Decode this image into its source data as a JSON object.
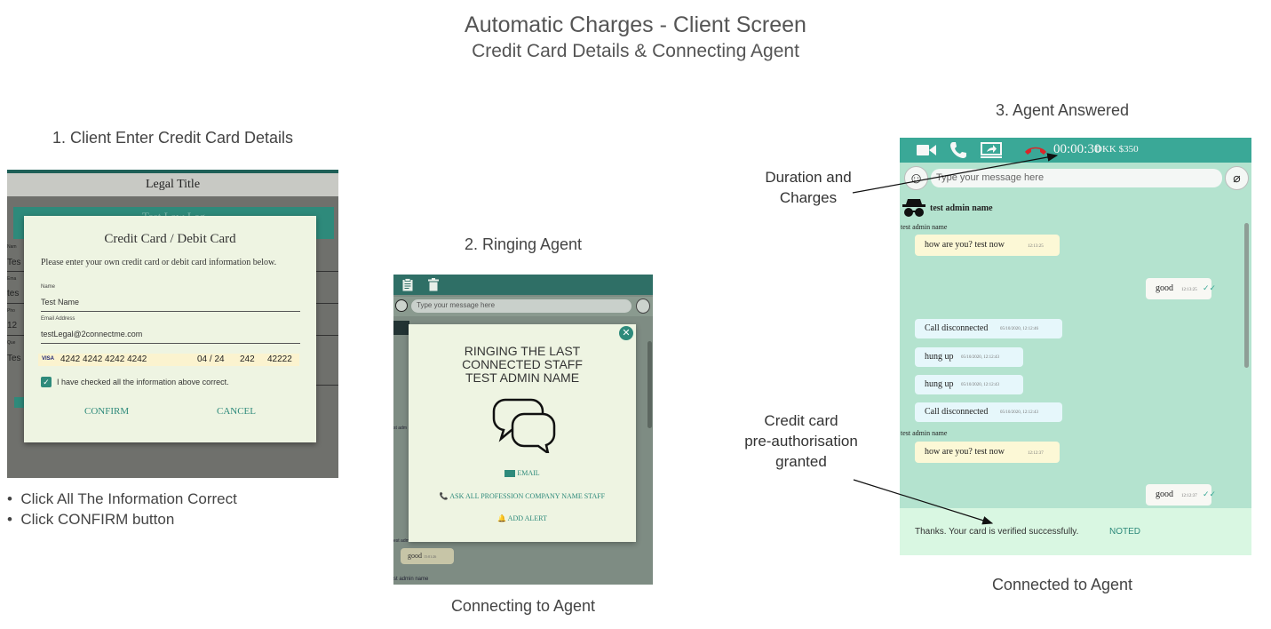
{
  "title": "Automatic Charges - Client Screen",
  "subtitle": "Credit Card Details & Connecting Agent",
  "panel1": {
    "heading": "1. Client Enter Credit Card Details",
    "legal_title": "Legal Title",
    "teal_text": "Test Law Leg",
    "side_labels": [
      "Nam",
      "Tes",
      "Ema",
      "tes",
      "Pho",
      "12",
      "Que",
      "Tes"
    ],
    "dialog": {
      "title": "Credit Card / Debit Card",
      "description": "Please enter your own credit card or debit card information below.",
      "name_label": "Name",
      "name_value": "Test Name",
      "email_label": "Email Address",
      "email_value": "testLegal@2connectme.com",
      "card_brand": "VISA",
      "card_number": "4242 4242 4242 4242",
      "expiry": "04 / 24",
      "cvc": "242",
      "postcode": "42222",
      "checkbox_label": "I have checked all the information above correct.",
      "confirm": "CONFIRM",
      "cancel": "CANCEL"
    },
    "bullets": [
      "Click All The Information Correct",
      "Click CONFIRM button"
    ]
  },
  "panel2": {
    "heading": "2. Ringing Agent",
    "input_placeholder": "Type your message here",
    "dialog": {
      "line1": "RINGING THE LAST",
      "line2": "CONNECTED STAFF",
      "line3": "TEST ADMIN NAME",
      "email_link": "EMAIL",
      "ask_link": "ASK ALL PROFESSION COMPANY NAME STAFF",
      "alert_link": "ADD ALERT"
    },
    "background_message": "good",
    "background_timestamp": "15:01:26",
    "side_texts": [
      "st adm",
      "est adm"
    ],
    "bottom_text": "st admin name",
    "caption": "Connecting to Agent"
  },
  "panel3": {
    "heading": "3. Agent Answered",
    "timer": "00:00:30",
    "charge": "DKK $350",
    "input_placeholder": "Type your message here",
    "admin_name": "test admin name",
    "sender_name_1": "test admin name",
    "sender_name_2": "test admin name",
    "messages": [
      {
        "text": "how are you? test now",
        "time": "12:13:25"
      },
      {
        "text": "good",
        "time": "12:13:25"
      },
      {
        "text": "Call disconnected",
        "time": "05/10/2020, 12:12:46"
      },
      {
        "text": "hung up",
        "time": "05/10/2020, 12:12:43"
      },
      {
        "text": "hung up",
        "time": "05/10/2020, 12:12:43"
      },
      {
        "text": "Call disconnected",
        "time": "05/10/2020, 12:12:43"
      },
      {
        "text": "how are you? test now",
        "time": "12:12:37"
      },
      {
        "text": "good",
        "time": "12:12:37"
      }
    ],
    "footer_text": "Thanks. Your card is verified successfully.",
    "footer_action": "NOTED",
    "caption": "Connected to Agent"
  },
  "annotations": {
    "duration_line1": "Duration and",
    "duration_line2": "Charges",
    "credit_line1": "Credit card",
    "credit_line2": "pre-authorisation",
    "credit_line3": "granted"
  },
  "colors": {
    "teal": "#3aa897",
    "dark_teal": "#2e8a7b",
    "chat_bg": "#b4e3cf",
    "dialog_bg": "#eef4e2",
    "hangup_red": "#d9262a"
  }
}
